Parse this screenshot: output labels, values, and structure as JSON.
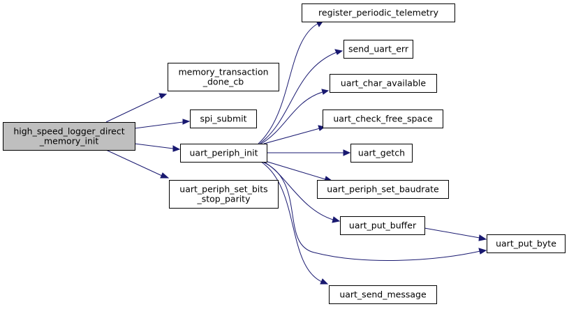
{
  "graph": {
    "nodes": [
      {
        "id": "n_hsl",
        "name": "node-high-speed-logger-direct-memory-init",
        "lines": [
          "high_speed_logger_direct",
          "_memory_init"
        ],
        "root": true
      },
      {
        "id": "n_mtd",
        "name": "node-memory-transaction-done-cb",
        "lines": [
          "memory_transaction",
          "_done_cb"
        ]
      },
      {
        "id": "n_spi",
        "name": "node-spi-submit",
        "lines": [
          "spi_submit"
        ]
      },
      {
        "id": "n_upi",
        "name": "node-uart-periph-init",
        "lines": [
          "uart_periph_init"
        ]
      },
      {
        "id": "n_upsb",
        "name": "node-uart-periph-set-bits-stop-parity",
        "lines": [
          "uart_periph_set_bits",
          "_stop_parity"
        ]
      },
      {
        "id": "n_rpt",
        "name": "node-register-periodic-telemetry",
        "lines": [
          "register_periodic_telemetry"
        ]
      },
      {
        "id": "n_sue",
        "name": "node-send-uart-err",
        "lines": [
          "send_uart_err"
        ]
      },
      {
        "id": "n_uca",
        "name": "node-uart-char-available",
        "lines": [
          "uart_char_available"
        ]
      },
      {
        "id": "n_ucfs",
        "name": "node-uart-check-free-space",
        "lines": [
          "uart_check_free_space"
        ]
      },
      {
        "id": "n_ug",
        "name": "node-uart-getch",
        "lines": [
          "uart_getch"
        ]
      },
      {
        "id": "n_upsbr",
        "name": "node-uart-periph-set-baudrate",
        "lines": [
          "uart_periph_set_baudrate"
        ]
      },
      {
        "id": "n_upb",
        "name": "node-uart-put-buffer",
        "lines": [
          "uart_put_buffer"
        ]
      },
      {
        "id": "n_upbyte",
        "name": "node-uart-put-byte",
        "lines": [
          "uart_put_byte"
        ]
      },
      {
        "id": "n_usm",
        "name": "node-uart-send-message",
        "lines": [
          "uart_send_message"
        ]
      }
    ],
    "edges": [
      {
        "from": "n_hsl",
        "to": "n_mtd"
      },
      {
        "from": "n_hsl",
        "to": "n_spi"
      },
      {
        "from": "n_hsl",
        "to": "n_upi"
      },
      {
        "from": "n_hsl",
        "to": "n_upsb"
      },
      {
        "from": "n_upi",
        "to": "n_rpt"
      },
      {
        "from": "n_upi",
        "to": "n_sue"
      },
      {
        "from": "n_upi",
        "to": "n_uca"
      },
      {
        "from": "n_upi",
        "to": "n_ucfs"
      },
      {
        "from": "n_upi",
        "to": "n_ug"
      },
      {
        "from": "n_upi",
        "to": "n_upsbr"
      },
      {
        "from": "n_upi",
        "to": "n_upb"
      },
      {
        "from": "n_upi",
        "to": "n_upbyte"
      },
      {
        "from": "n_upi",
        "to": "n_usm"
      },
      {
        "from": "n_upb",
        "to": "n_upbyte"
      }
    ],
    "colors": {
      "edge": "#191970",
      "root_fill": "#bfbfbf",
      "node_fill": "#ffffff",
      "node_stroke": "#000000"
    }
  }
}
